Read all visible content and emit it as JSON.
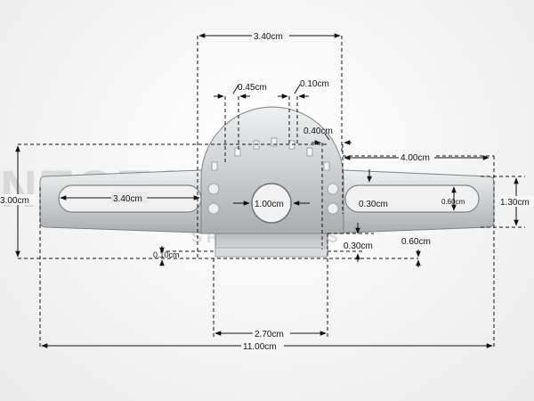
{
  "watermark": {
    "brand": "NTOTSKHZ",
    "tagline": "S P A R E   P A R T S"
  },
  "dimensions": {
    "top_width": "3.40cm",
    "notch_width": "0.45cm",
    "tooth_width": "0.10cm",
    "notch_offset": "0.40cm",
    "slot_length_right": "4.00cm",
    "left_height": "3.00cm",
    "slot_length_left": "3.40cm",
    "hole_diameter": "1.00cm",
    "slot_gap": "0.30cm",
    "slot_width": "0.60cm",
    "arm_height": "1.30cm",
    "tab_height": "0.30cm",
    "tab_offset": "0.60cm",
    "bottom_offset": "0.10cm",
    "tab_width": "2.70cm",
    "total_length": "11.00cm"
  },
  "colors": {
    "metal_light": "#e4e6e8",
    "metal_mid": "#c4c7ca",
    "metal_dark": "#8f9396",
    "line": "#111111"
  }
}
